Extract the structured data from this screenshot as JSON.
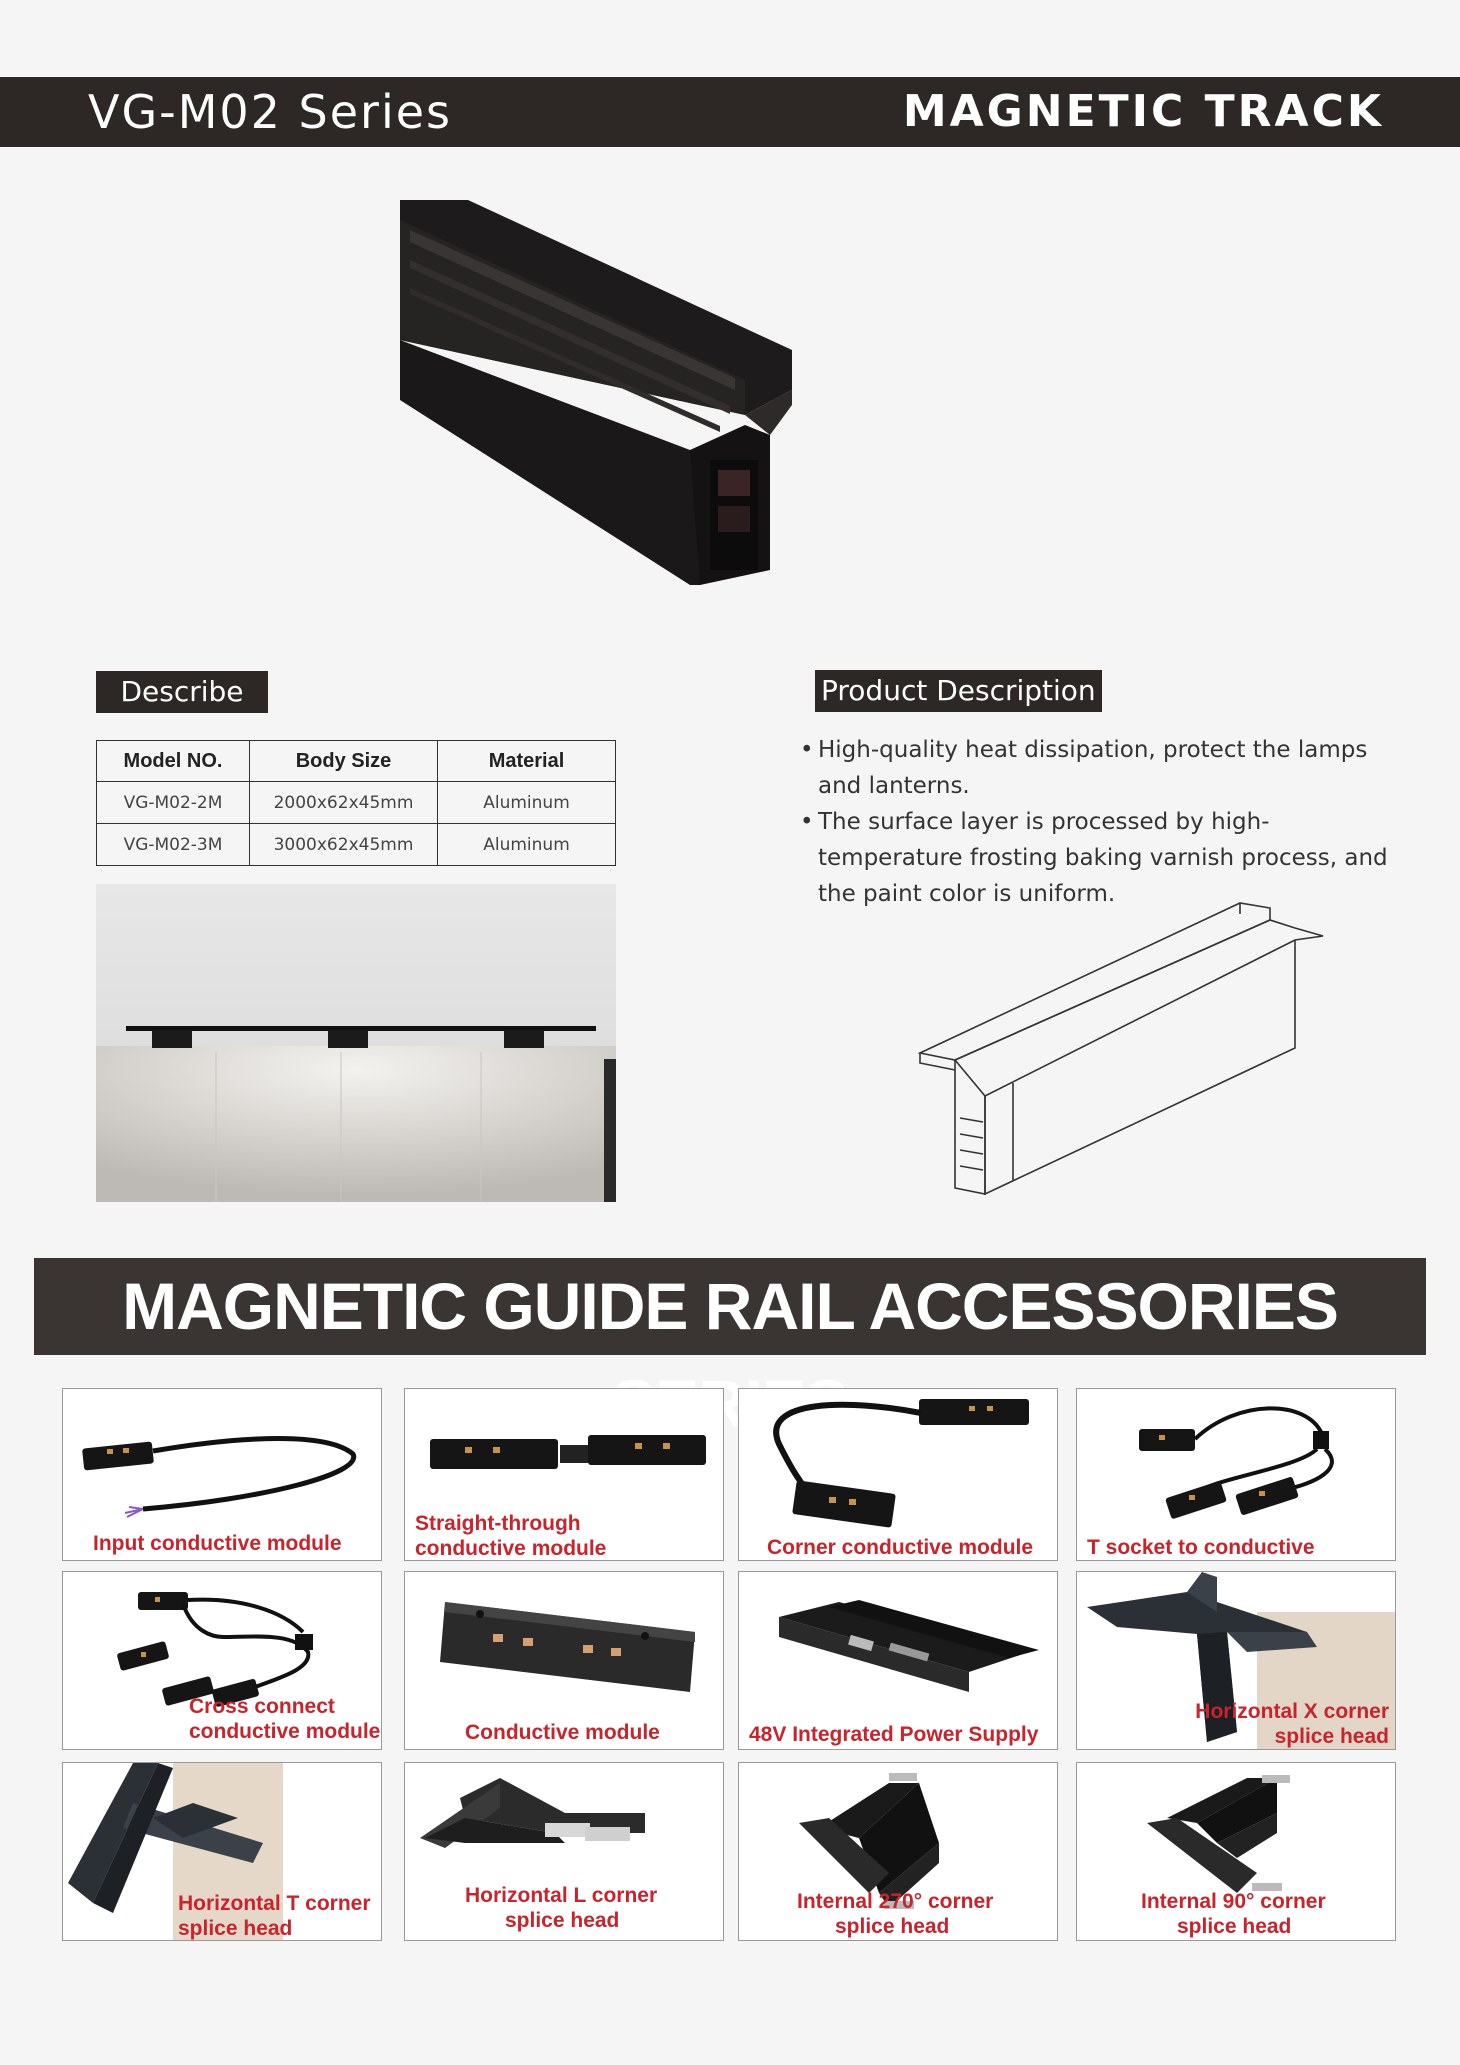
{
  "header": {
    "series": "VG-M02 Series",
    "category": "MAGNETIC TRACK"
  },
  "describe": {
    "tag": "Describe",
    "columns": [
      "Model NO.",
      "Body Size",
      "Material"
    ],
    "rows": [
      [
        "VG-M02-2M",
        "2000x62x45mm",
        "Aluminum"
      ],
      [
        "VG-M02-3M",
        "3000x62x45mm",
        "Aluminum"
      ]
    ]
  },
  "product": {
    "tag": "Product Description",
    "bullets": [
      "High-quality heat dissipation, protect the lamps and lanterns.",
      "The surface layer is processed by high-temperature frosting baking varnish process, and the paint color is uniform."
    ]
  },
  "accessories": {
    "title": "MAGNETIC GUIDE RAIL ACCESSORIES SERIES",
    "items": [
      {
        "line1": "Input conductive module",
        "line2": ""
      },
      {
        "line1": "Straight-through",
        "line2": "conductive module"
      },
      {
        "line1": "Corner conductive module",
        "line2": ""
      },
      {
        "line1": "T socket to conductive module",
        "line2": ""
      },
      {
        "line1": "Cross connect",
        "line2": "conductive module"
      },
      {
        "line1": "Conductive module",
        "line2": ""
      },
      {
        "line1": "48V Integrated Power Supply",
        "line2": ""
      },
      {
        "line1": "Horizontal X corner",
        "line2": "splice head"
      },
      {
        "line1": "Horizontal T corner",
        "line2": "splice head"
      },
      {
        "line1": "Horizontal L corner",
        "line2": "splice head"
      },
      {
        "line1": "Internal 270° corner",
        "line2": "splice head"
      },
      {
        "line1": "Internal 90° corner",
        "line2": "splice head"
      }
    ]
  }
}
